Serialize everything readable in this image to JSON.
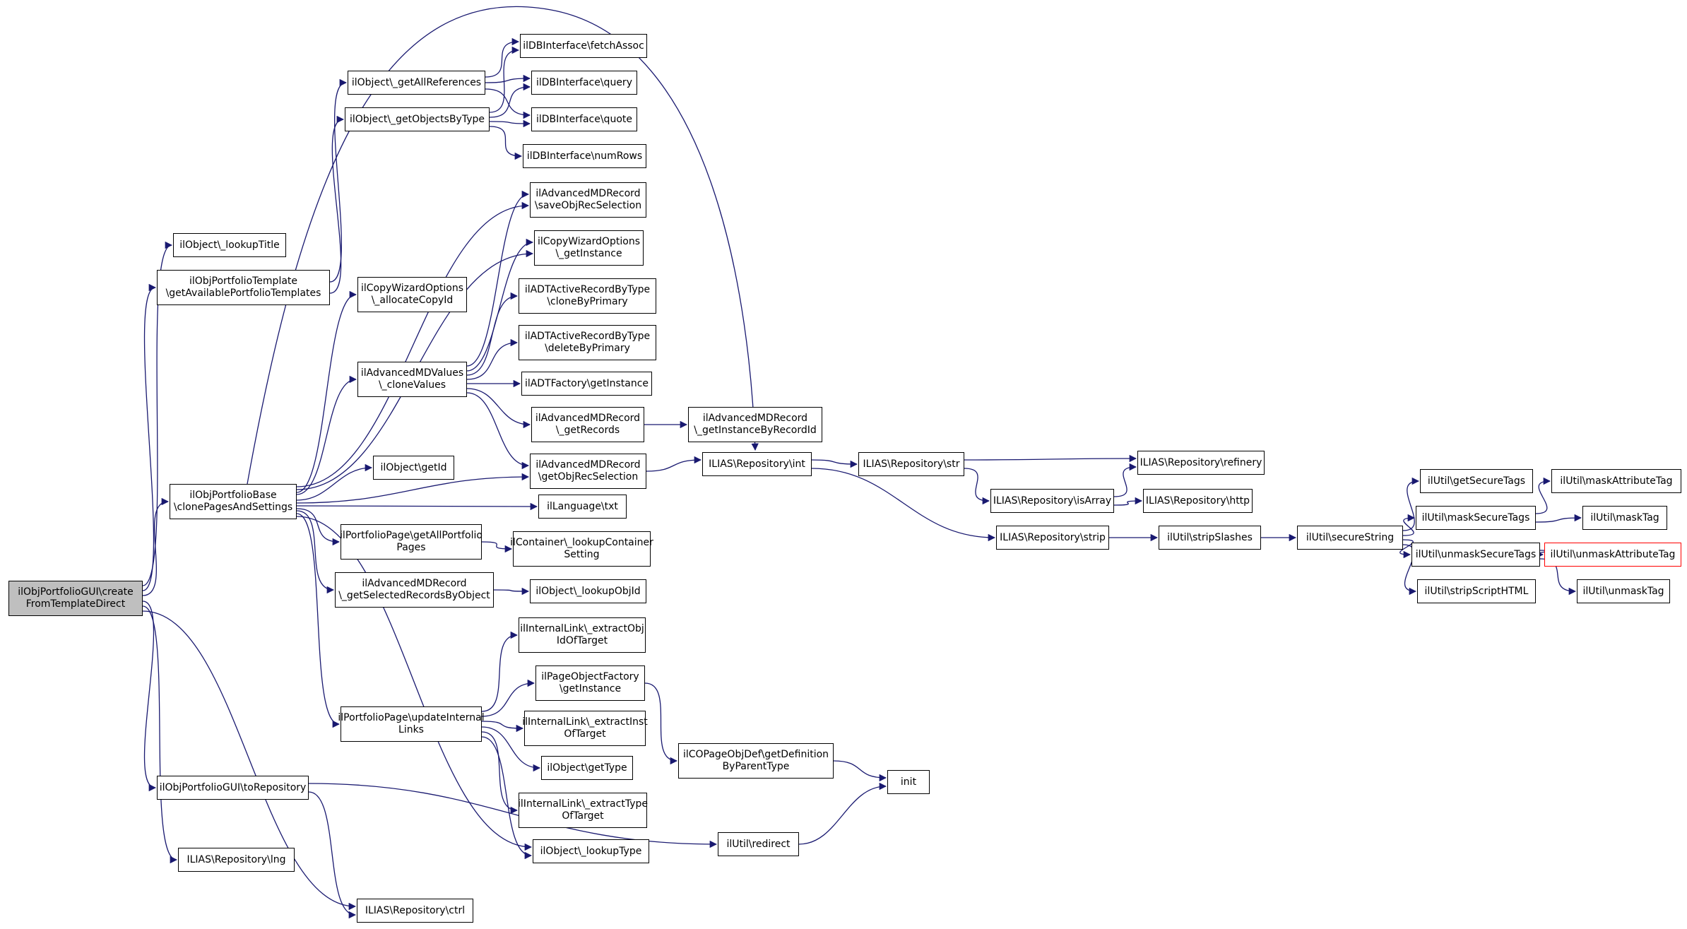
{
  "diagram_type": "call-graph",
  "colors": {
    "edge": "#191970",
    "node_fill": "#ffffff",
    "node_border": "#000000",
    "focus_fill": "#bfbfbf",
    "highlight_border": "#ff0000"
  },
  "nodes": [
    {
      "id": "createFromTemplateDirect",
      "label": "ilObjPortfolioGUI\\create\nFromTemplateDirect",
      "emphasis": "focus"
    },
    {
      "id": "lookupTitle",
      "label": "ilObject\\_lookupTitle"
    },
    {
      "id": "getAvailablePortfolioTemplates",
      "label": "ilObjPortfolioTemplate\n\\getAvailablePortfolioTemplates"
    },
    {
      "id": "clonePagesAndSettings",
      "label": "ilObjPortfolioBase\n\\clonePagesAndSettings"
    },
    {
      "id": "toRepository",
      "label": "ilObjPortfolioGUI\\toRepository"
    },
    {
      "id": "lng",
      "label": "ILIAS\\Repository\\lng"
    },
    {
      "id": "ctrl",
      "label": "ILIAS\\Repository\\ctrl"
    },
    {
      "id": "getAllReferences",
      "label": "ilObject\\_getAllReferences"
    },
    {
      "id": "getObjectsByType",
      "label": "ilObject\\_getObjectsByType"
    },
    {
      "id": "fetchAssoc",
      "label": "ilDBInterface\\fetchAssoc"
    },
    {
      "id": "query",
      "label": "ilDBInterface\\query"
    },
    {
      "id": "quote",
      "label": "ilDBInterface\\quote"
    },
    {
      "id": "numRows",
      "label": "ilDBInterface\\numRows"
    },
    {
      "id": "saveObjRecSelection",
      "label": "ilAdvancedMDRecord\n\\saveObjRecSelection"
    },
    {
      "id": "copyWizardGetInstance",
      "label": "ilCopyWizardOptions\n\\_getInstance"
    },
    {
      "id": "allocateCopyId",
      "label": "ilCopyWizardOptions\n\\_allocateCopyId"
    },
    {
      "id": "cloneByPrimary",
      "label": "ilADTActiveRecordByType\n\\cloneByPrimary"
    },
    {
      "id": "deleteByPrimary",
      "label": "ilADTActiveRecordByType\n\\deleteByPrimary"
    },
    {
      "id": "cloneValues",
      "label": "ilAdvancedMDValues\n\\_cloneValues"
    },
    {
      "id": "adtFactoryGetInstance",
      "label": "ilADTFactory\\getInstance"
    },
    {
      "id": "getRecords",
      "label": "ilAdvancedMDRecord\n\\_getRecords"
    },
    {
      "id": "getInstanceByRecordId",
      "label": "ilAdvancedMDRecord\n\\_getInstanceByRecordId"
    },
    {
      "id": "getId",
      "label": "ilObject\\getId"
    },
    {
      "id": "getObjRecSelection",
      "label": "ilAdvancedMDRecord\n\\getObjRecSelection"
    },
    {
      "id": "repoInt",
      "label": "ILIAS\\Repository\\int"
    },
    {
      "id": "repoStr",
      "label": "ILIAS\\Repository\\str"
    },
    {
      "id": "repoRefinery",
      "label": "ILIAS\\Repository\\refinery"
    },
    {
      "id": "repoIsArray",
      "label": "ILIAS\\Repository\\isArray"
    },
    {
      "id": "repoHttp",
      "label": "ILIAS\\Repository\\http"
    },
    {
      "id": "repoStrip",
      "label": "ILIAS\\Repository\\strip"
    },
    {
      "id": "stripSlashes",
      "label": "ilUtil\\stripSlashes"
    },
    {
      "id": "secureString",
      "label": "ilUtil\\secureString"
    },
    {
      "id": "getSecureTags",
      "label": "ilUtil\\getSecureTags"
    },
    {
      "id": "maskSecureTags",
      "label": "ilUtil\\maskSecureTags"
    },
    {
      "id": "maskAttributeTag",
      "label": "ilUtil\\maskAttributeTag"
    },
    {
      "id": "maskTag",
      "label": "ilUtil\\maskTag"
    },
    {
      "id": "unmaskSecureTags",
      "label": "ilUtil\\unmaskSecureTags"
    },
    {
      "id": "unmaskAttributeTag",
      "label": "ilUtil\\unmaskAttributeTag",
      "emphasis": "highlight"
    },
    {
      "id": "stripScriptHTML",
      "label": "ilUtil\\stripScriptHTML"
    },
    {
      "id": "unmaskTag",
      "label": "ilUtil\\unmaskTag"
    },
    {
      "id": "txt",
      "label": "ilLanguage\\txt"
    },
    {
      "id": "getAllPortfolioPages",
      "label": "ilPortfolioPage\\getAllPortfolio\nPages"
    },
    {
      "id": "lookupContainerSetting",
      "label": "ilContainer\\_lookupContainer\nSetting"
    },
    {
      "id": "getSelectedRecordsByObject",
      "label": "ilAdvancedMDRecord\n\\_getSelectedRecordsByObject"
    },
    {
      "id": "lookupObjId",
      "label": "ilObject\\_lookupObjId"
    },
    {
      "id": "extractObjIdOfTarget",
      "label": "ilInternalLink\\_extractObj\nIdOfTarget"
    },
    {
      "id": "pageObjectFactoryGetInstance",
      "label": "ilPageObjectFactory\n\\getInstance"
    },
    {
      "id": "updateInternalLinks",
      "label": "ilPortfolioPage\\updateInternal\nLinks"
    },
    {
      "id": "extractInstOfTarget",
      "label": "ilInternalLink\\_extractInst\nOfTarget"
    },
    {
      "id": "getType",
      "label": "ilObject\\getType"
    },
    {
      "id": "getDefinitionByParentType",
      "label": "ilCOPageObjDef\\getDefinition\nByParentType"
    },
    {
      "id": "init",
      "label": "init"
    },
    {
      "id": "extractTypeOfTarget",
      "label": "ilInternalLink\\_extractType\nOfTarget"
    },
    {
      "id": "lookupType",
      "label": "ilObject\\_lookupType"
    },
    {
      "id": "redirect",
      "label": "ilUtil\\redirect"
    }
  ],
  "edges": [
    {
      "from": "createFromTemplateDirect",
      "to": "lookupTitle"
    },
    {
      "from": "createFromTemplateDirect",
      "to": "getAvailablePortfolioTemplates"
    },
    {
      "from": "createFromTemplateDirect",
      "to": "clonePagesAndSettings"
    },
    {
      "from": "createFromTemplateDirect",
      "to": "toRepository"
    },
    {
      "from": "createFromTemplateDirect",
      "to": "lng"
    },
    {
      "from": "createFromTemplateDirect",
      "to": "ctrl"
    },
    {
      "from": "getAvailablePortfolioTemplates",
      "to": "getAllReferences"
    },
    {
      "from": "getAvailablePortfolioTemplates",
      "to": "getObjectsByType"
    },
    {
      "from": "getAllReferences",
      "to": "fetchAssoc"
    },
    {
      "from": "getAllReferences",
      "to": "query"
    },
    {
      "from": "getAllReferences",
      "to": "quote"
    },
    {
      "from": "getObjectsByType",
      "to": "fetchAssoc"
    },
    {
      "from": "getObjectsByType",
      "to": "query"
    },
    {
      "from": "getObjectsByType",
      "to": "quote"
    },
    {
      "from": "getObjectsByType",
      "to": "numRows"
    },
    {
      "from": "clonePagesAndSettings",
      "to": "saveObjRecSelection"
    },
    {
      "from": "clonePagesAndSettings",
      "to": "copyWizardGetInstance"
    },
    {
      "from": "clonePagesAndSettings",
      "to": "allocateCopyId"
    },
    {
      "from": "clonePagesAndSettings",
      "to": "cloneValues"
    },
    {
      "from": "clonePagesAndSettings",
      "to": "getId"
    },
    {
      "from": "clonePagesAndSettings",
      "to": "getObjRecSelection"
    },
    {
      "from": "clonePagesAndSettings",
      "to": "txt"
    },
    {
      "from": "clonePagesAndSettings",
      "to": "getAllPortfolioPages"
    },
    {
      "from": "clonePagesAndSettings",
      "to": "getSelectedRecordsByObject"
    },
    {
      "from": "clonePagesAndSettings",
      "to": "updateInternalLinks"
    },
    {
      "from": "clonePagesAndSettings",
      "to": "lookupType"
    },
    {
      "from": "clonePagesAndSettings",
      "to": "repoInt"
    },
    {
      "from": "cloneValues",
      "to": "saveObjRecSelection"
    },
    {
      "from": "cloneValues",
      "to": "copyWizardGetInstance"
    },
    {
      "from": "cloneValues",
      "to": "cloneByPrimary"
    },
    {
      "from": "cloneValues",
      "to": "deleteByPrimary"
    },
    {
      "from": "cloneValues",
      "to": "adtFactoryGetInstance"
    },
    {
      "from": "cloneValues",
      "to": "getRecords"
    },
    {
      "from": "cloneValues",
      "to": "getObjRecSelection"
    },
    {
      "from": "getRecords",
      "to": "getInstanceByRecordId"
    },
    {
      "from": "getObjRecSelection",
      "to": "repoInt"
    },
    {
      "from": "getAllPortfolioPages",
      "to": "lookupContainerSetting"
    },
    {
      "from": "getSelectedRecordsByObject",
      "to": "lookupObjId"
    },
    {
      "from": "updateInternalLinks",
      "to": "extractObjIdOfTarget"
    },
    {
      "from": "updateInternalLinks",
      "to": "pageObjectFactoryGetInstance"
    },
    {
      "from": "updateInternalLinks",
      "to": "extractInstOfTarget"
    },
    {
      "from": "updateInternalLinks",
      "to": "getType"
    },
    {
      "from": "updateInternalLinks",
      "to": "extractTypeOfTarget"
    },
    {
      "from": "updateInternalLinks",
      "to": "lookupType"
    },
    {
      "from": "pageObjectFactoryGetInstance",
      "to": "getDefinitionByParentType"
    },
    {
      "from": "getDefinitionByParentType",
      "to": "init"
    },
    {
      "from": "redirect",
      "to": "init"
    },
    {
      "from": "toRepository",
      "to": "redirect"
    },
    {
      "from": "toRepository",
      "to": "ctrl"
    },
    {
      "from": "repoInt",
      "to": "repoStr"
    },
    {
      "from": "repoInt",
      "to": "repoStrip"
    },
    {
      "from": "repoStr",
      "to": "repoRefinery"
    },
    {
      "from": "repoStr",
      "to": "repoIsArray"
    },
    {
      "from": "repoIsArray",
      "to": "repoRefinery"
    },
    {
      "from": "repoIsArray",
      "to": "repoHttp"
    },
    {
      "from": "repoStrip",
      "to": "stripSlashes"
    },
    {
      "from": "stripSlashes",
      "to": "secureString"
    },
    {
      "from": "secureString",
      "to": "getSecureTags"
    },
    {
      "from": "secureString",
      "to": "maskSecureTags"
    },
    {
      "from": "secureString",
      "to": "unmaskSecureTags"
    },
    {
      "from": "secureString",
      "to": "stripScriptHTML"
    },
    {
      "from": "maskSecureTags",
      "to": "maskAttributeTag"
    },
    {
      "from": "maskSecureTags",
      "to": "maskTag"
    },
    {
      "from": "unmaskSecureTags",
      "to": "unmaskAttributeTag"
    },
    {
      "from": "unmaskSecureTags",
      "to": "unmaskTag"
    }
  ]
}
